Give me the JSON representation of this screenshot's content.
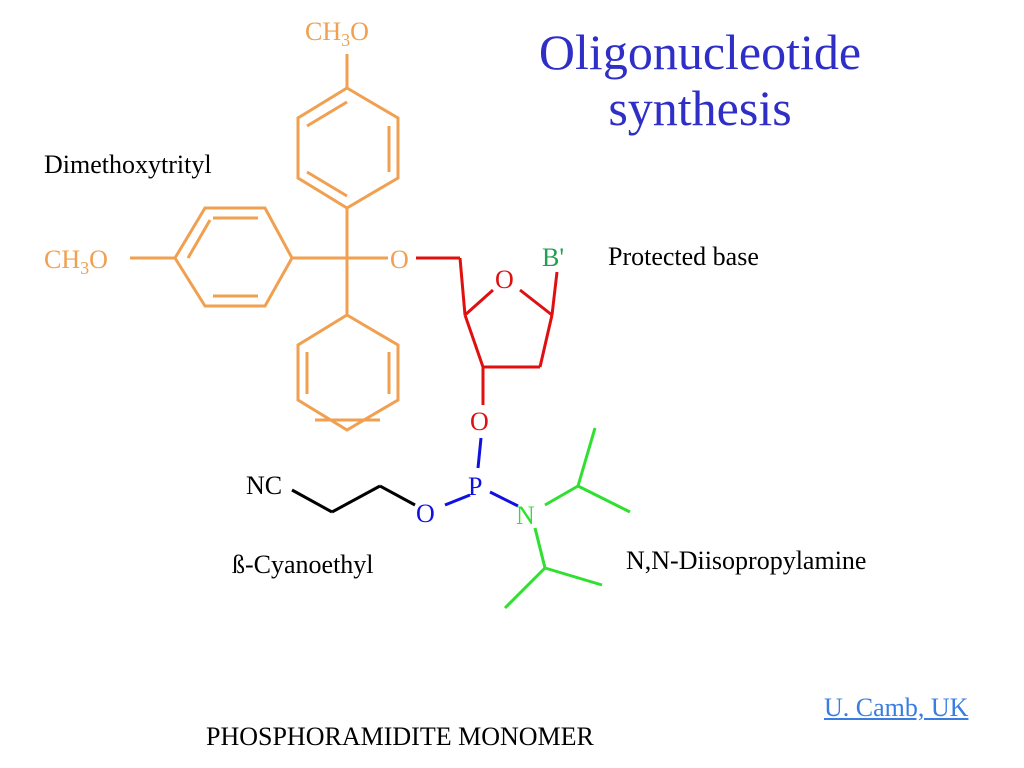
{
  "title": {
    "line1": "Oligonucleotide",
    "line2": "synthesis"
  },
  "labels": {
    "dmt": "Dimethoxytrityl",
    "protected_base": "Protected base",
    "cyanoethyl": "ß-Cyanoethyl",
    "diisopropylamine": "N,N-Diisopropylamine",
    "monomer": "PHOSPHORAMIDITE MONOMER"
  },
  "atoms": {
    "ch3o_top": "CH3O",
    "ch3o_left": "CH3O",
    "o_trityl": "O",
    "o_ring": "O",
    "base": "B'",
    "o_3prime": "O",
    "p": "P",
    "o_cyano": "O",
    "n": "N",
    "nc": "NC"
  },
  "credit": "U. Camb, UK",
  "colors": {
    "dmt": "#f0a050",
    "sugar": "#e01010",
    "phosphorus": "#1010e0",
    "amine": "#30e030",
    "cyano": "#000000",
    "title": "#2f2fc8",
    "link": "#3a7de0",
    "base_label": "#20a050"
  }
}
